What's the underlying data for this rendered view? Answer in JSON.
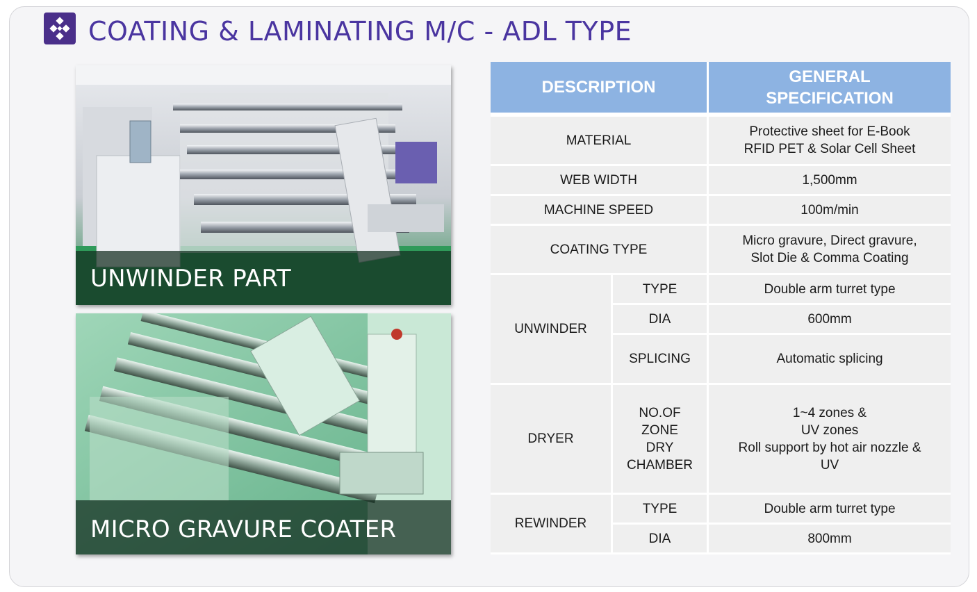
{
  "title": "COATING & LAMINATING M/C - ADL TYPE",
  "icon": "diamond-dots-icon",
  "colors": {
    "title": "#4a35a0",
    "icon_bg": "#4a2f8a",
    "header_bg": "#8db3e2",
    "cell_bg": "#efefef"
  },
  "photos": [
    {
      "caption": "UNWINDER PART"
    },
    {
      "caption": "MICRO GRAVURE COATER"
    }
  ],
  "table": {
    "headers": [
      "DESCRIPTION",
      "GENERAL\nSPECIFICATION"
    ],
    "material": {
      "label": "MATERIAL",
      "value": "Protective sheet for E-Book\nRFID PET & Solar Cell Sheet"
    },
    "web_width": {
      "label": "WEB WIDTH",
      "value": "1,500mm"
    },
    "machine_speed": {
      "label": "MACHINE SPEED",
      "value": "100m/min"
    },
    "coating_type": {
      "label": "COATING TYPE",
      "value": "Micro gravure, Direct gravure,\nSlot Die  &  Comma Coating"
    },
    "unwinder": {
      "label": "UNWINDER",
      "rows": [
        {
          "label": "TYPE",
          "value": "Double arm turret type"
        },
        {
          "label": "DIA",
          "value": "600mm"
        },
        {
          "label": "SPLICING",
          "value": "Automatic splicing"
        }
      ]
    },
    "dryer": {
      "label": "DRYER",
      "sub_label": "NO.OF\nZONE\nDRY\nCHAMBER",
      "value": "1~4 zones &\nUV zones\nRoll support by hot air nozzle &\nUV"
    },
    "rewinder": {
      "label": "REWINDER",
      "rows": [
        {
          "label": "TYPE",
          "value": "Double arm turret type"
        },
        {
          "label": "DIA",
          "value": "800mm"
        }
      ]
    }
  }
}
